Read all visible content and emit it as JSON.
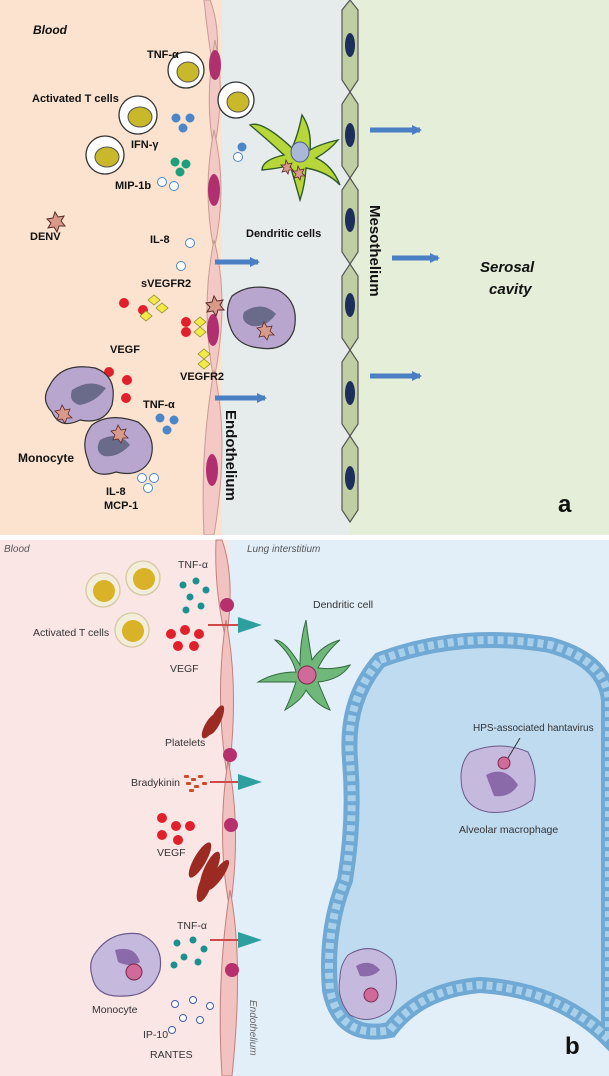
{
  "panel_a": {
    "letter": "a",
    "blood": "Blood",
    "activated_t_cells": "Activated T cells",
    "tnf_alpha_1": "TNF-α",
    "ifn_gamma": "IFN-γ",
    "mip_1b": "MIP-1b",
    "denv": "DENV",
    "il8_1": "IL-8",
    "svegfr2": "sVEGFR2",
    "vegf": "VEGF",
    "vegfr2": "VEGFR2",
    "tnf_alpha_2": "TNF-α",
    "monocyte": "Monocyte",
    "il8_2": "IL-8",
    "mcp1": "MCP-1",
    "dendritic_cells": "Dendritic cells",
    "endothelium": "Endothelium",
    "mesothelium": "Mesothelium",
    "serosal_cavity_1": "Serosal",
    "serosal_cavity_2": "cavity"
  },
  "panel_b": {
    "letter": "b",
    "blood": "Blood",
    "lung_interstitium": "Lung interstitium",
    "tnf_alpha_1": "TNF-α",
    "activated_t_cells": "Activated T cells",
    "vegf_1": "VEGF",
    "dendritic_cell": "Dendritic cell",
    "platelets": "Platelets",
    "bradykinin": "Bradykinin",
    "vegf_2": "VEGF",
    "hps_hantavirus": "HPS-associated hantavirus",
    "alveolar_macrophage": "Alveolar macrophage",
    "tnf_alpha_2": "TNF-α",
    "monocyte": "Monocyte",
    "ip10": "IP-10",
    "rantes": "RANTES",
    "endothelium": "Endothelium"
  },
  "colors": {
    "a_blood_bg": "#fbe3cf",
    "a_interstitium_bg": "#e6ecec",
    "a_cavity_bg": "#e4eed9",
    "b_blood_bg": "#fbe6e6",
    "b_lung_bg": "#e3eff8",
    "alveolus": "#bfdbef",
    "arrow_blue": "#4a7fc4",
    "arrow_teal": "#2e9f9f",
    "dendritic_a": "#b7d63a",
    "dendritic_b": "#6fb87a",
    "monocyte": "#b9a6cf",
    "red_dot": "#e0202a",
    "blue_dot": "#4a86c8",
    "teal_dot": "#1c8f8f",
    "vegfr_yellow": "#f3ea4a"
  }
}
